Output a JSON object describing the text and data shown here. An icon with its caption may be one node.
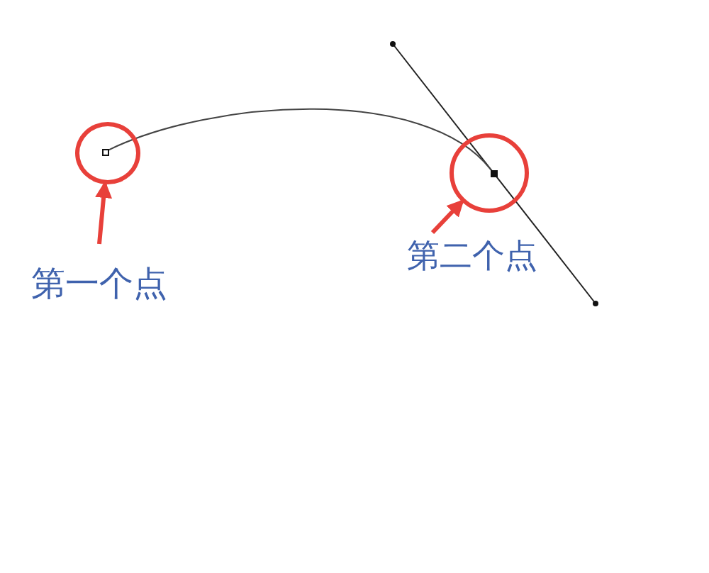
{
  "diagram": {
    "nodes": [
      {
        "text": [],
        "shape": "circle"
      },
      {
        "text": [],
        "shape": "box",
        "in": 0
      },
      {
        "text": [
          "第一个点"
        ]
      },
      {
        "text": [],
        "shape": "circle"
      },
      {
        "text": [],
        "shape": "box",
        "in": 3
      },
      {
        "text": [
          "第二个点"
        ]
      }
    ],
    "edges": [
      {
        "from": 1,
        "to": 4,
        "arrow": "none",
        "color": "#444444"
      },
      {
        "from": 2,
        "to": 0,
        "arrow": "to"
      },
      {
        "from": 5,
        "to": 3,
        "arrow": "to"
      }
    ]
  }
}
